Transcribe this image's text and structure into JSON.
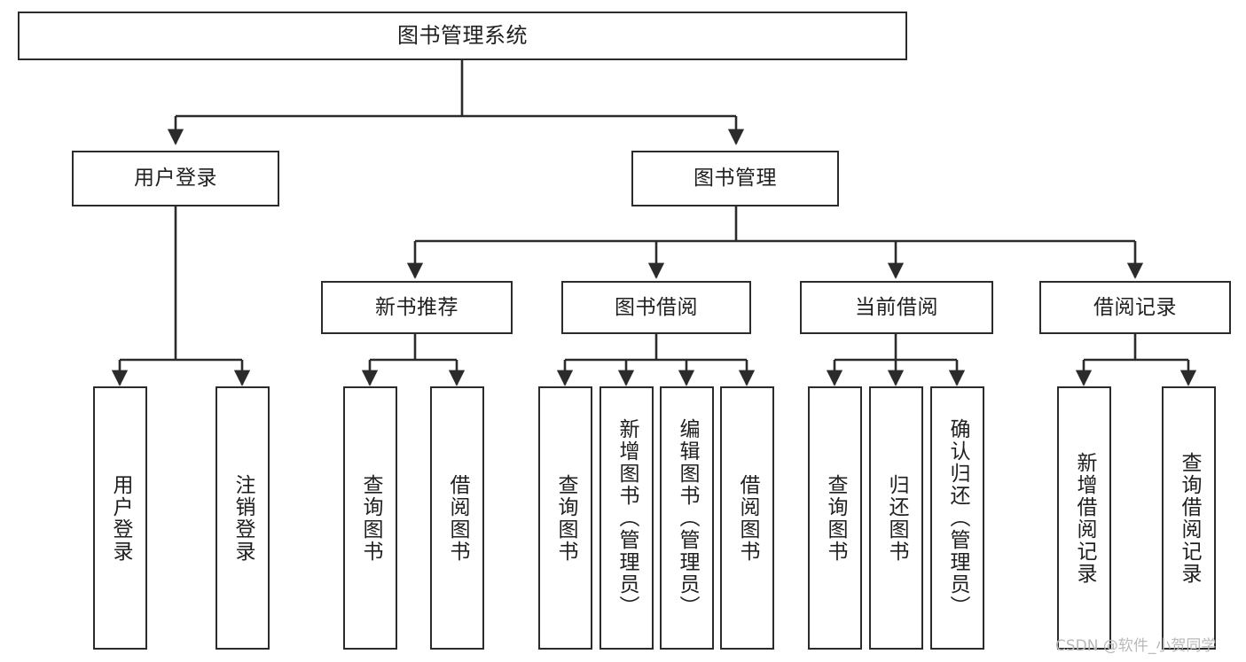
{
  "diagram": {
    "title": "图书管理系统",
    "type": "tree",
    "watermark": "CSDN @软件_小贺同学",
    "colors": {
      "node_border": "#2b2b2b",
      "node_fill": "#ffffff",
      "edge": "#2b2b2b",
      "text": "#1f1f1f",
      "watermark": "#b9b9b9"
    },
    "nodes": {
      "root": {
        "label": "图书管理系统"
      },
      "level1": [
        {
          "id": "user-login",
          "label": "用户登录"
        },
        {
          "id": "book-manage",
          "label": "图书管理"
        }
      ],
      "level2": [
        {
          "id": "new-book-rec",
          "label": "新书推荐"
        },
        {
          "id": "book-borrow",
          "label": "图书借阅"
        },
        {
          "id": "current-borrow",
          "label": "当前借阅"
        },
        {
          "id": "borrow-record",
          "label": "借阅记录"
        }
      ],
      "leaves": {
        "user-login": [
          {
            "id": "leaf-user-login",
            "label": "用户登录"
          },
          {
            "id": "leaf-logout",
            "label": "注销登录"
          }
        ],
        "new-book-rec": [
          {
            "id": "leaf-query-book-1",
            "label": "查询图书"
          },
          {
            "id": "leaf-borrow-book-1",
            "label": "借阅图书"
          }
        ],
        "book-borrow": [
          {
            "id": "leaf-query-book-2",
            "label": "查询图书"
          },
          {
            "id": "leaf-add-book",
            "label": "新增图书（管理员）"
          },
          {
            "id": "leaf-edit-book",
            "label": "编辑图书（管理员）"
          },
          {
            "id": "leaf-borrow-book-2",
            "label": "借阅图书"
          }
        ],
        "current-borrow": [
          {
            "id": "leaf-query-book-3",
            "label": "查询图书"
          },
          {
            "id": "leaf-return-book",
            "label": "归还图书"
          },
          {
            "id": "leaf-confirm-return",
            "label": "确认归还（管理员）"
          }
        ],
        "borrow-record": [
          {
            "id": "leaf-add-record",
            "label": "新增借阅记录"
          },
          {
            "id": "leaf-query-record",
            "label": "查询借阅记录"
          }
        ]
      }
    }
  }
}
